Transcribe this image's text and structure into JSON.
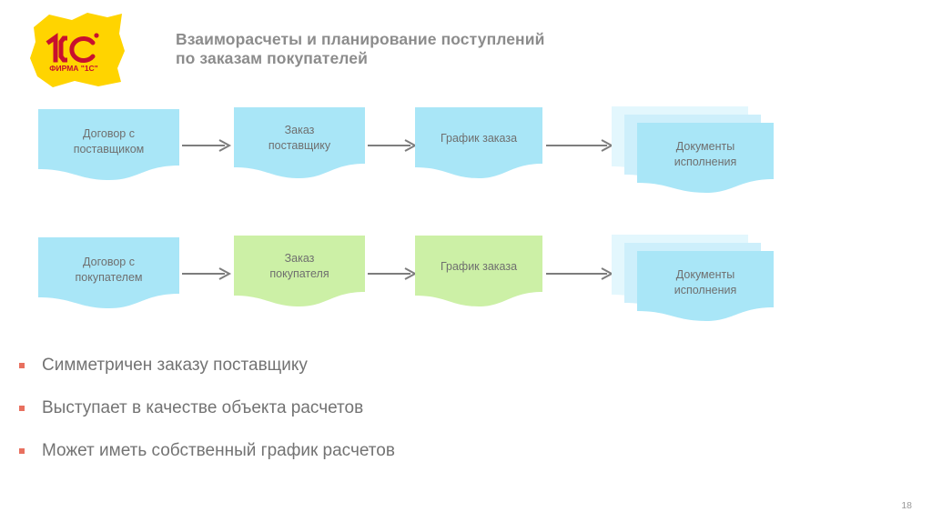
{
  "slide": {
    "title": "Взаиморасчеты и планирование поступлений\nпо заказам покупателей",
    "page_number": "18",
    "background_color": "#ffffff",
    "title_color": "#8c8c8c"
  },
  "logo": {
    "name": "1c-logo",
    "brand_mark": "1C",
    "caption": "ФИРМА \"1С\"",
    "blob_color": "#ffd400",
    "mark_color": "#c8102e"
  },
  "colors": {
    "box_blue": "#a9e6f7",
    "box_green": "#ccf0a6",
    "stack_back": "#e3f7fd",
    "stack_mid": "#cdeffb",
    "arrow_gray": "#7d7d7d",
    "node_text": "#6f6f6f",
    "bullet_marker": "#e8705f",
    "bullet_text": "#737373"
  },
  "diagram": {
    "rows": [
      {
        "id": "supplier-flow",
        "nodes": [
          {
            "id": "supplier-contract",
            "label": "Договор с\nпоставщиком",
            "shape": "document",
            "fill": "blue"
          },
          {
            "id": "supplier-order",
            "label": "Заказ\nпоставщику",
            "shape": "document",
            "fill": "blue"
          },
          {
            "id": "supplier-order-schedule",
            "label": "График заказа",
            "shape": "document",
            "fill": "blue"
          },
          {
            "id": "supplier-fulfilment-documents",
            "label": "Документы\nисполнения",
            "shape": "document-stack",
            "fill": "blue"
          }
        ],
        "arrows": [
          "arrow-1",
          "arrow-2",
          "arrow-3"
        ]
      },
      {
        "id": "customer-flow",
        "nodes": [
          {
            "id": "customer-contract",
            "label": "Договор с\nпокупателем",
            "shape": "document",
            "fill": "blue"
          },
          {
            "id": "customer-order",
            "label": "Заказ\nпокупателя",
            "shape": "document",
            "fill": "green"
          },
          {
            "id": "customer-order-schedule",
            "label": "График заказа",
            "shape": "document",
            "fill": "green"
          },
          {
            "id": "customer-fulfilment-documents",
            "label": "Документы\nисполнения",
            "shape": "document-stack",
            "fill": "blue"
          }
        ],
        "arrows": [
          "arrow-4",
          "arrow-5",
          "arrow-6"
        ]
      }
    ]
  },
  "bullets": [
    {
      "text": "Симметричен заказу поставщику"
    },
    {
      "text": "Выступает в качестве объекта расчетов"
    },
    {
      "text": "Может иметь собственный график расчетов"
    }
  ]
}
